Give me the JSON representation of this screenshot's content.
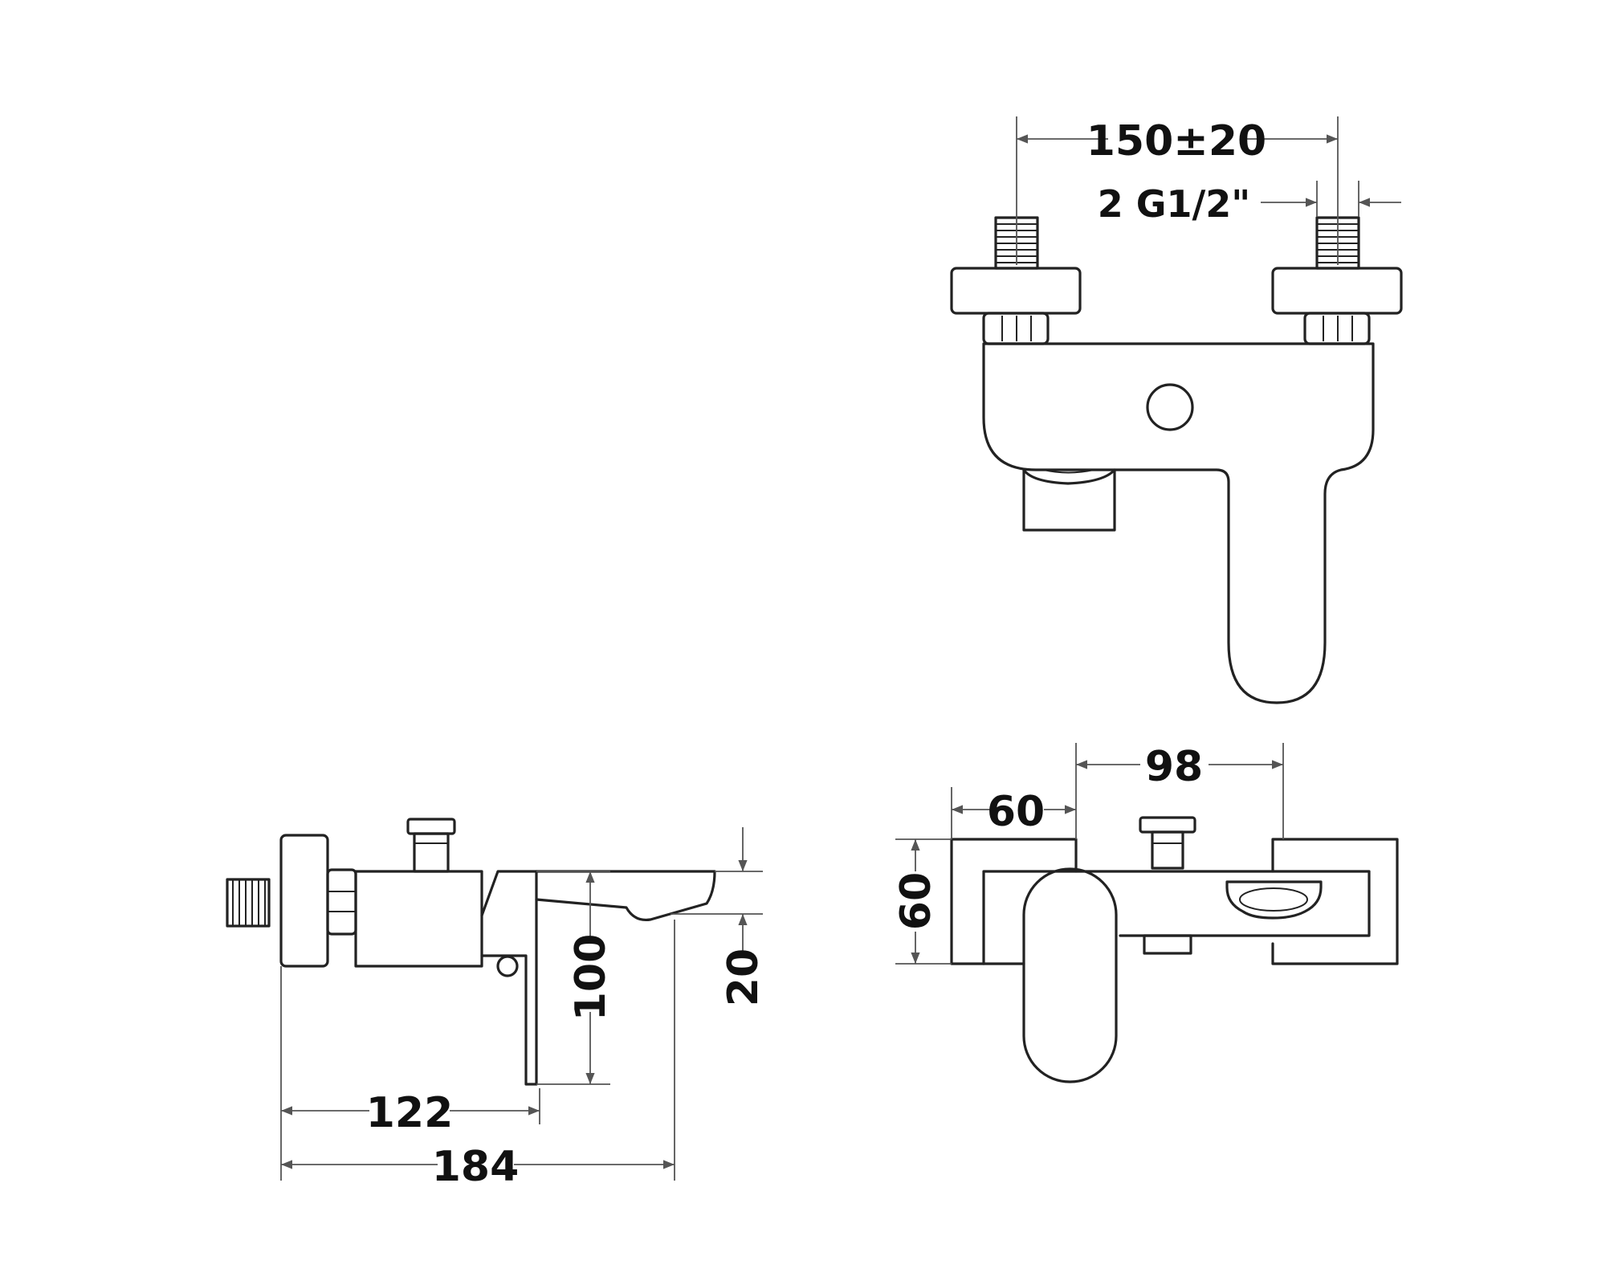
{
  "dimensions": {
    "inlet_spacing": "150±20",
    "inlet_thread": "2 G1/2\"",
    "body_depth_98": "98",
    "flange_depth_60": "60",
    "front_height_60": "60",
    "side_length_122": "122",
    "side_length_184": "184",
    "spout_height_100": "100",
    "spout_height_20": "20"
  },
  "colors": {
    "line": "#222222",
    "dimension": "#555555"
  }
}
